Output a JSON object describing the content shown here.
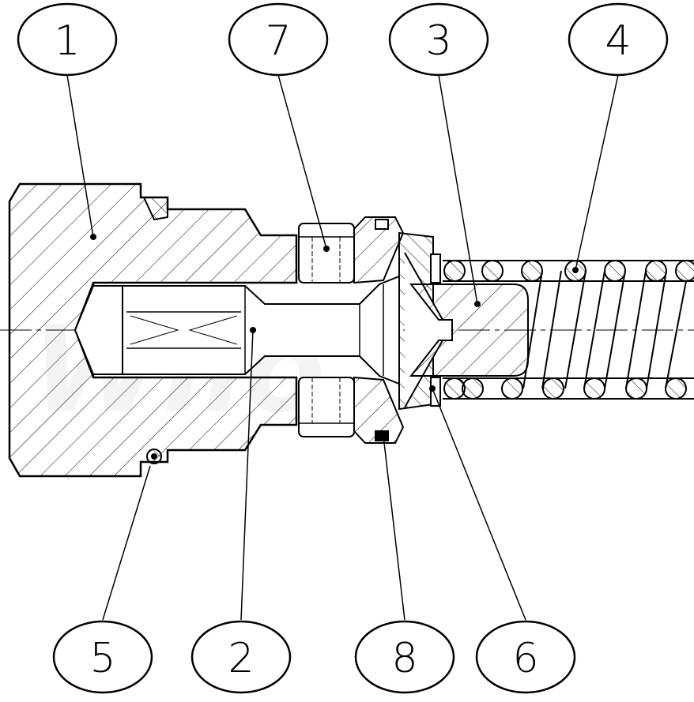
{
  "diagram": {
    "type": "technical-section-drawing",
    "watermark": "Wilo",
    "balloons": [
      {
        "id": "1",
        "label": "1"
      },
      {
        "id": "7",
        "label": "7"
      },
      {
        "id": "3",
        "label": "3"
      },
      {
        "id": "4",
        "label": "4"
      },
      {
        "id": "5",
        "label": "5"
      },
      {
        "id": "2",
        "label": "2"
      },
      {
        "id": "8",
        "label": "8"
      },
      {
        "id": "6",
        "label": "6"
      }
    ],
    "colors": {
      "line": "#000000",
      "background": "#ffffff"
    }
  }
}
